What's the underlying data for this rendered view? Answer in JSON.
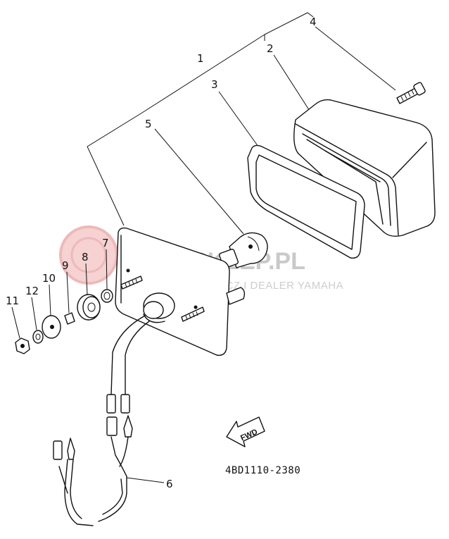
{
  "watermark": {
    "brand": "YAMASKLEP.PL",
    "subtitle": "WOJCIECHOWICZ I DEALER YAMAHA"
  },
  "callouts": {
    "p1": "1",
    "p2": "2",
    "p3": "3",
    "p4": "4",
    "p5": "5",
    "p6": "6",
    "p7": "7",
    "p8": "8",
    "p9": "9",
    "p10": "10",
    "p11": "11",
    "p12": "12"
  },
  "direction_arrow": "FWD",
  "diagram_code": "4BD1110-2380"
}
